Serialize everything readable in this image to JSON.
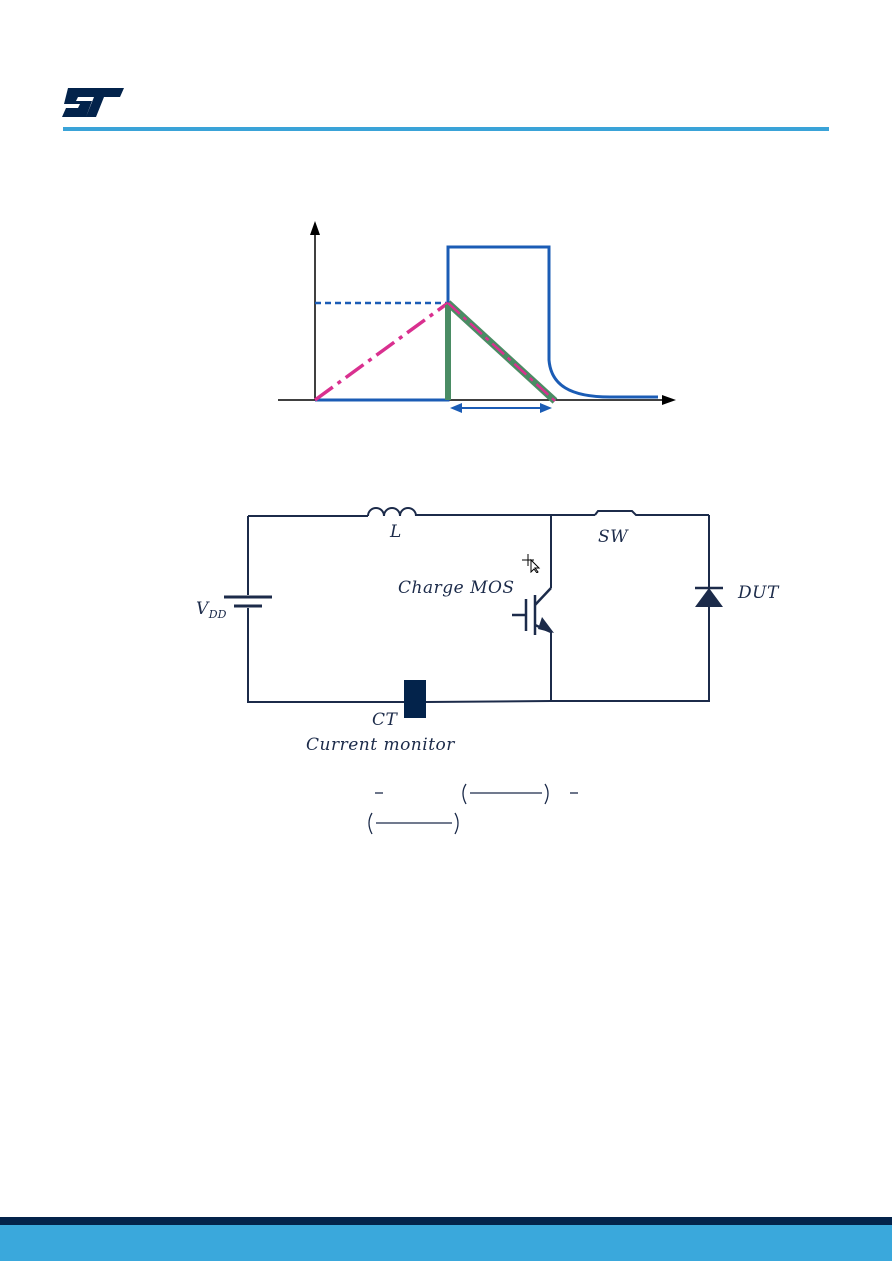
{
  "brand": {
    "logo_text": "ST",
    "accent_color": "#3aa3d8",
    "dark_color": "#03234b"
  },
  "circuit": {
    "inductor_label": "L",
    "switch_label": "SW",
    "mos_label": "Charge MOS",
    "source_label_main": "V",
    "source_label_sub": "DD",
    "dut_label": "DUT",
    "ct_label": "CT",
    "monitor_label": "Current monitor"
  },
  "colors": {
    "wire": "#1c2b4a",
    "waveform_blue": "#1b5cb5",
    "ramp_pink": "#d9308f",
    "fall_green": "#4a8c64"
  }
}
